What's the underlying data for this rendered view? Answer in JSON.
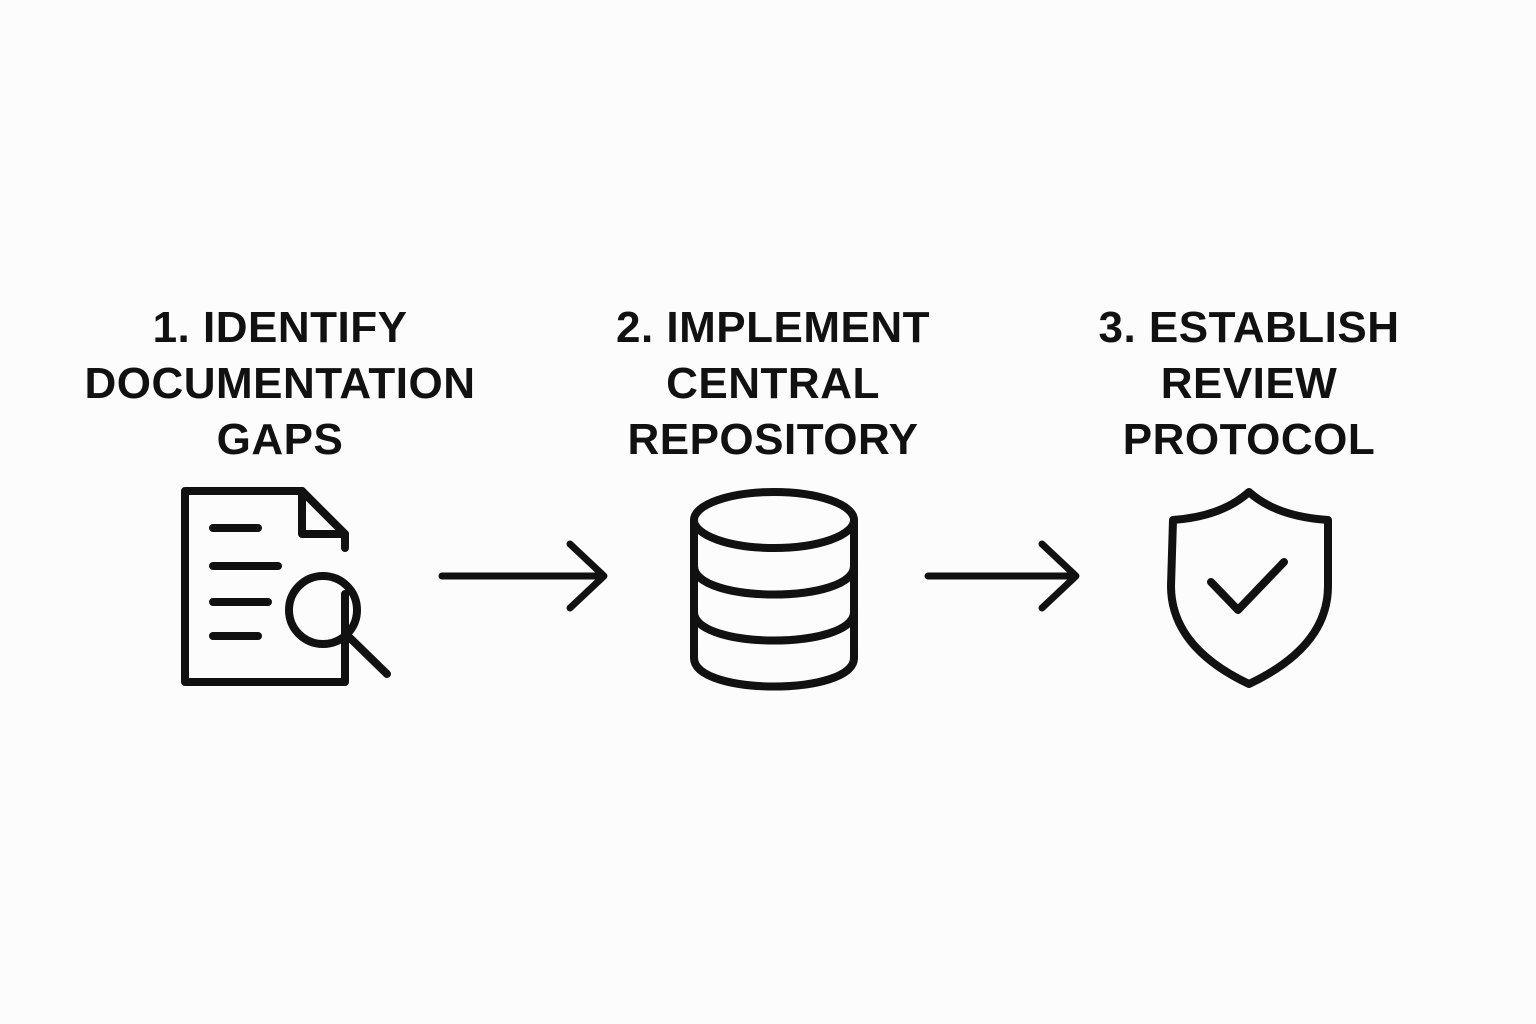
{
  "diagram": {
    "stroke_color": "#111111",
    "background_color": "#fcfcfc",
    "steps": [
      {
        "title_lines": [
          "1. IDENTIFY",
          "DOCUMENTATION",
          "GAPS"
        ],
        "icon": "document-search-icon"
      },
      {
        "title_lines": [
          "2. IMPLEMENT",
          "CENTRAL",
          "REPOSITORY"
        ],
        "icon": "database-icon"
      },
      {
        "title_lines": [
          "3. ESTABLISH",
          "REVIEW",
          "PROTOCOL"
        ],
        "icon": "shield-check-icon"
      }
    ],
    "connectors": [
      "arrow-right-icon",
      "arrow-right-icon"
    ]
  }
}
